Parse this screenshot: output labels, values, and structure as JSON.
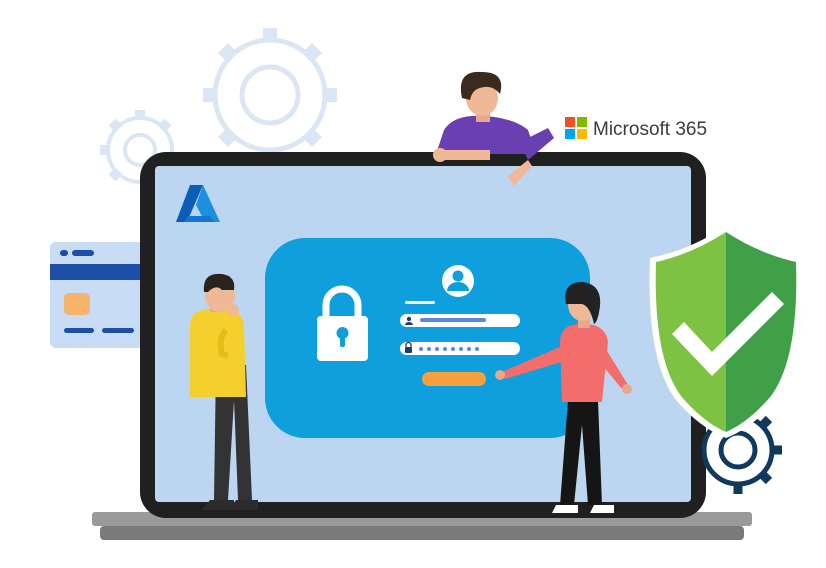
{
  "brand": {
    "name": "Microsoft 365",
    "logo_colors": [
      "#f25022",
      "#7fba00",
      "#00a4ef",
      "#ffb900"
    ]
  },
  "icons": {
    "azure": "azure-logo-icon",
    "lock": "padlock-icon",
    "user": "user-avatar-icon",
    "shield": "shield-check-icon",
    "card": "credit-card-icon",
    "gears": "gear-icon"
  },
  "login_form": {
    "username_dots": 0,
    "password_dots": 8
  },
  "colors": {
    "screen": "#bcd6f2",
    "login_panel": "#0e9fdc",
    "login_button": "#f6a03d",
    "shield_light": "#7dc243",
    "shield_dark": "#3fa048",
    "bezel": "#202020",
    "gear_outline": "#dbe6f4",
    "gear_dark": "#0f3a5e"
  }
}
